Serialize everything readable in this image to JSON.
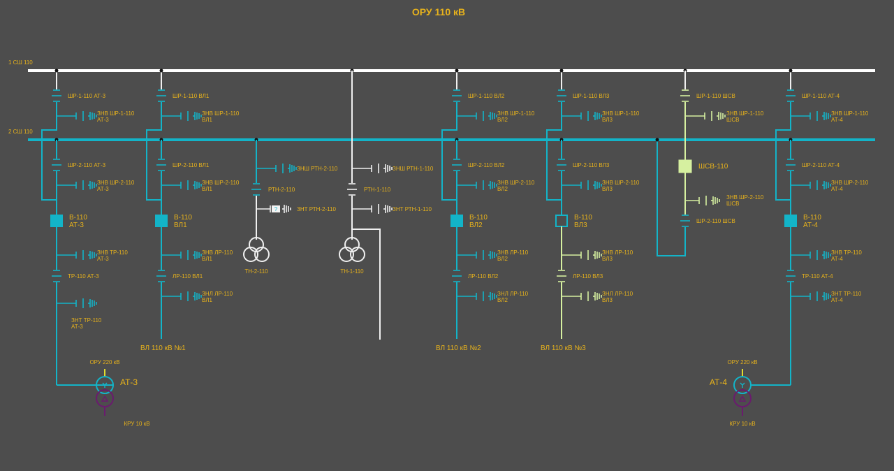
{
  "title": "ОРУ 110 кВ",
  "colors": {
    "background": "#4d4d4d",
    "text": "#e7b21c",
    "bus1": "#ffffff",
    "bus2": "#13b4c8",
    "energized": "#13b4c8",
    "dead": "#f0f0f0",
    "coupler": "#d6f0a0",
    "lv": "#6a1b6e",
    "hv220": "#e0dc30"
  },
  "buses": [
    {
      "id": "bus1",
      "label": "1 СШ 110"
    },
    {
      "id": "bus2",
      "label": "2 СШ 110"
    }
  ],
  "bays": [
    {
      "id": "at3",
      "sr1": "ШР-1-110 АТ-3",
      "znv1": [
        "ЗНВ ШР-1-110",
        "АТ-3"
      ],
      "sr2": "ШР-2-110 АТ-3",
      "znv2": [
        "ЗНВ ШР-2-110",
        "АТ-3"
      ],
      "breaker": [
        "В-110",
        "АТ-3"
      ],
      "znv3": [
        "ЗНВ ТР-110",
        "АТ-3"
      ],
      "disc3": "ТР-110 АТ-3",
      "znt3": [
        "ЗНТ ТР-110",
        "АТ-3"
      ],
      "breaker_state": "closed"
    },
    {
      "id": "vl1",
      "sr1": "ШР-1-110 ВЛ1",
      "znv1": [
        "ЗНВ ШР-1-110",
        "ВЛ1"
      ],
      "sr2": "ШР-2-110 ВЛ1",
      "znv2": [
        "ЗНВ ШР-2-110",
        "ВЛ1"
      ],
      "breaker": [
        "В-110",
        "ВЛ1"
      ],
      "znv3": [
        "ЗНВ ЛР-110",
        "ВЛ1"
      ],
      "disc3": "ЛР-110 ВЛ1",
      "znt3": [
        "ЗНЛ ЛР-110",
        "ВЛ1"
      ],
      "line": "ВЛ 110 кВ №1",
      "breaker_state": "closed"
    },
    {
      "id": "vl2",
      "sr1": "ШР-1-110 ВЛ2",
      "znv1": [
        "ЗНВ ШР-1-110",
        "ВЛ2"
      ],
      "sr2": "ШР-2-110 ВЛ2",
      "znv2": [
        "ЗНВ ШР-2-110",
        "ВЛ2"
      ],
      "breaker": [
        "В-110",
        "ВЛ2"
      ],
      "znv3": [
        "ЗНВ ЛР-110",
        "ВЛ2"
      ],
      "disc3": "ЛР-110 ВЛ2",
      "znt3": [
        "ЗНЛ ЛР-110",
        "ВЛ2"
      ],
      "line": "ВЛ 110 кВ №2",
      "breaker_state": "closed"
    },
    {
      "id": "vl3",
      "sr1": "ШР-1-110 ВЛ3",
      "znv1": [
        "ЗНВ ШР-1-110",
        "ВЛ3"
      ],
      "sr2": "ШР-2-110 ВЛ3",
      "znv2": [
        "ЗНВ ШР-2-110",
        "ВЛ3"
      ],
      "breaker": [
        "В-110",
        "ВЛ3"
      ],
      "znv3": [
        "ЗНВ ЛР-110",
        "ВЛ3"
      ],
      "disc3": "ЛР-110 ВЛ3",
      "znt3": [
        "ЗНЛ ЛР-110",
        "ВЛ3"
      ],
      "line": "ВЛ 110 кВ №3",
      "breaker_state": "open"
    },
    {
      "id": "at4",
      "sr1": "ШР-1-110 АТ-4",
      "znv1": [
        "ЗНВ ШР-1-110",
        "АТ-4"
      ],
      "sr2": "ШР-2-110 АТ-4",
      "znv2": [
        "ЗНВ ШР-2-110",
        "АТ-4"
      ],
      "breaker": [
        "В-110",
        "АТ-4"
      ],
      "znv3": [
        "ЗНВ ТР-110",
        "АТ-4"
      ],
      "disc3": "ТР-110 АТ-4",
      "znt3": [
        "ЗНТ ТР-110",
        "АТ-4"
      ],
      "breaker_state": "closed"
    }
  ],
  "vt2": {
    "znsh": "ЗНШ РТН-2-110",
    "disc": "РТН-2-110",
    "znt": "ЗНТ РТН-2-110",
    "znt_state": "?",
    "name": "ТН-2-110"
  },
  "vt1": {
    "znsh": "ЗНШ РТН-1-110",
    "disc": "РТН-1-110",
    "znt": "ЗНТ РТН-1-110",
    "name": "ТН-1-110"
  },
  "coupler": {
    "sr1": "ШР-1-110 ШСВ",
    "znv1": [
      "ЗНВ ШР-1-110",
      "ШСВ"
    ],
    "breaker": "ШСВ-110",
    "znv2": [
      "ЗНВ ШР-2-110",
      "ШСВ"
    ],
    "sr2": "ШР-2-110 ШСВ",
    "breaker_state": "closed"
  },
  "autotransformers": [
    {
      "id": "at3",
      "name": "АТ-3",
      "hv": "ОРУ 220 кВ",
      "lv": "КРУ 10 кВ"
    },
    {
      "id": "at4",
      "name": "АТ-4",
      "hv": "ОРУ 220 кВ",
      "lv": "КРУ 10 кВ"
    }
  ]
}
